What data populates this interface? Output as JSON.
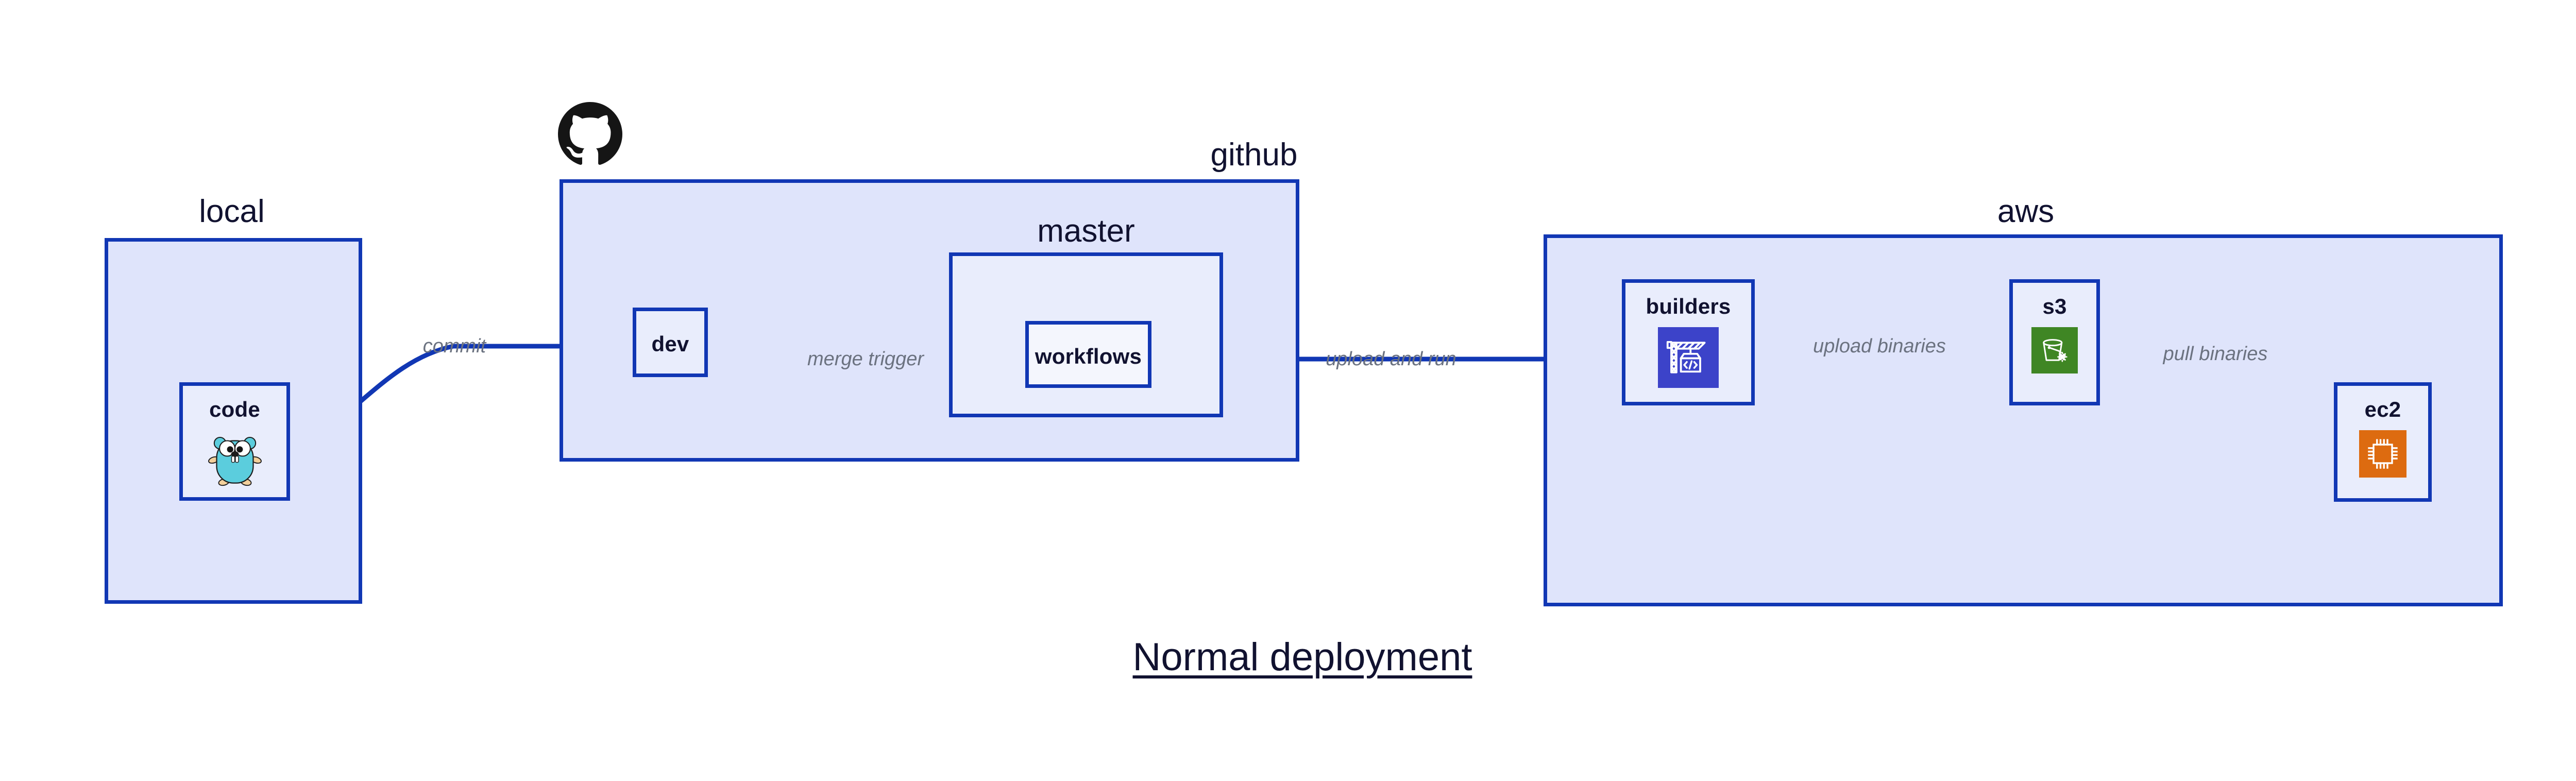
{
  "title": "Normal deployment",
  "colors": {
    "group_fill": "#dfe4fb",
    "node_fill": "#e9edfc",
    "stroke": "#1137b4",
    "label_text": "#111230",
    "edge_label_text": "#6b7280",
    "builders_icon_bg": "#3c43c9",
    "s3_icon_bg": "#3f8624",
    "ec2_icon_bg": "#dd6b10",
    "gopher_body": "#5bcddd",
    "github_logo": "#151515"
  },
  "groups": [
    {
      "id": "local",
      "label": "local"
    },
    {
      "id": "github",
      "label": "github"
    },
    {
      "id": "master",
      "label": "master"
    },
    {
      "id": "aws",
      "label": "aws"
    }
  ],
  "nodes": [
    {
      "id": "code",
      "label": "code",
      "icon": "go-gopher-icon"
    },
    {
      "id": "dev",
      "label": "dev",
      "icon": null
    },
    {
      "id": "workflows",
      "label": "workflows",
      "icon": null
    },
    {
      "id": "builders",
      "label": "builders",
      "icon": "crane-code-icon"
    },
    {
      "id": "s3",
      "label": "s3",
      "icon": "s3-bucket-icon"
    },
    {
      "id": "ec2",
      "label": "ec2",
      "icon": "cpu-chip-icon"
    }
  ],
  "edges": [
    {
      "id": "commit",
      "from": "code",
      "to": "dev",
      "label": "commit"
    },
    {
      "id": "merge-trigger",
      "from": "dev",
      "to": "workflows",
      "label": "merge trigger"
    },
    {
      "id": "upload-and-run",
      "from": "workflows",
      "to": "builders",
      "label": "upload and run"
    },
    {
      "id": "upload-binaries",
      "from": "builders",
      "to": "s3",
      "label": "upload binaries"
    },
    {
      "id": "pull-binaries",
      "from": "s3",
      "to": "ec2",
      "label": "pull binaries"
    }
  ],
  "logos": [
    {
      "id": "github-logo",
      "name": "github-octocat-logo"
    }
  ]
}
